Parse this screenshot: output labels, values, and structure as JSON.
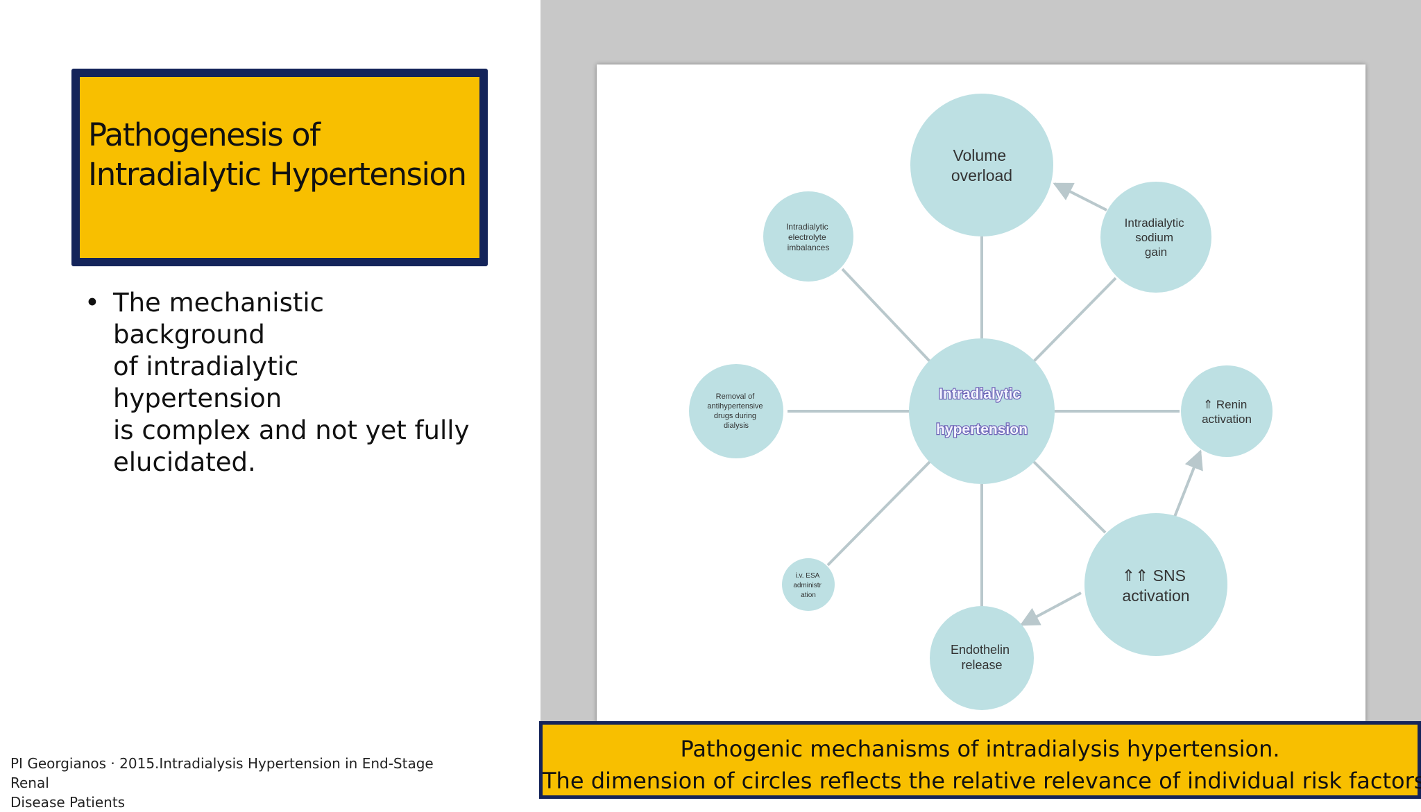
{
  "slide": {
    "title_lines": [
      "Pathogenesis of",
      "Intradialytic Hypertension"
    ],
    "bullet_symbol": "•",
    "bullets": [
      [
        "The mechanistic background",
        "of intradialytic hypertension",
        "is complex and not yet fully",
        "elucidated."
      ]
    ],
    "citation_lines": [
      "PI Georgianos · 2015.Intradialysis Hypertension in End-Stage Renal",
      "Disease Patients"
    ],
    "caption_lines": [
      "Pathogenic mechanisms of intradialysis hypertension.",
      "The dimension of circles reflects the relative relevance of individual risk factors"
    ]
  },
  "diagram": {
    "center": {
      "lines": [
        "Intradialytic",
        "hypertension"
      ]
    },
    "nodes": [
      {
        "id": "volume",
        "lines": [
          "Volume",
          "overload"
        ]
      },
      {
        "id": "sodium",
        "lines": [
          "Intradialytic",
          "sodium",
          "gain"
        ]
      },
      {
        "id": "electrolyte",
        "lines": [
          "Intradialytic",
          "electrolyte",
          "imbalances"
        ]
      },
      {
        "id": "removal",
        "lines": [
          "Removal of",
          "antihypertensive",
          "drugs during",
          "dialysis"
        ]
      },
      {
        "id": "renin",
        "lines": [
          "⇑ Renin",
          "activation"
        ]
      },
      {
        "id": "esa",
        "lines": [
          "i.v. ESA",
          "administr",
          "ation"
        ]
      },
      {
        "id": "sns",
        "lines": [
          "⇑⇑ SNS",
          "activation"
        ]
      },
      {
        "id": "endothelin",
        "lines": [
          "Endothelin",
          "release"
        ]
      }
    ]
  },
  "colors": {
    "accent_gold": "#f8bf00",
    "border_navy": "#14245a",
    "circle_fill": "#bde0e3",
    "line": "#b9c8cc",
    "center_text": "#f4f4ff",
    "center_outline": "#6f66b8"
  }
}
